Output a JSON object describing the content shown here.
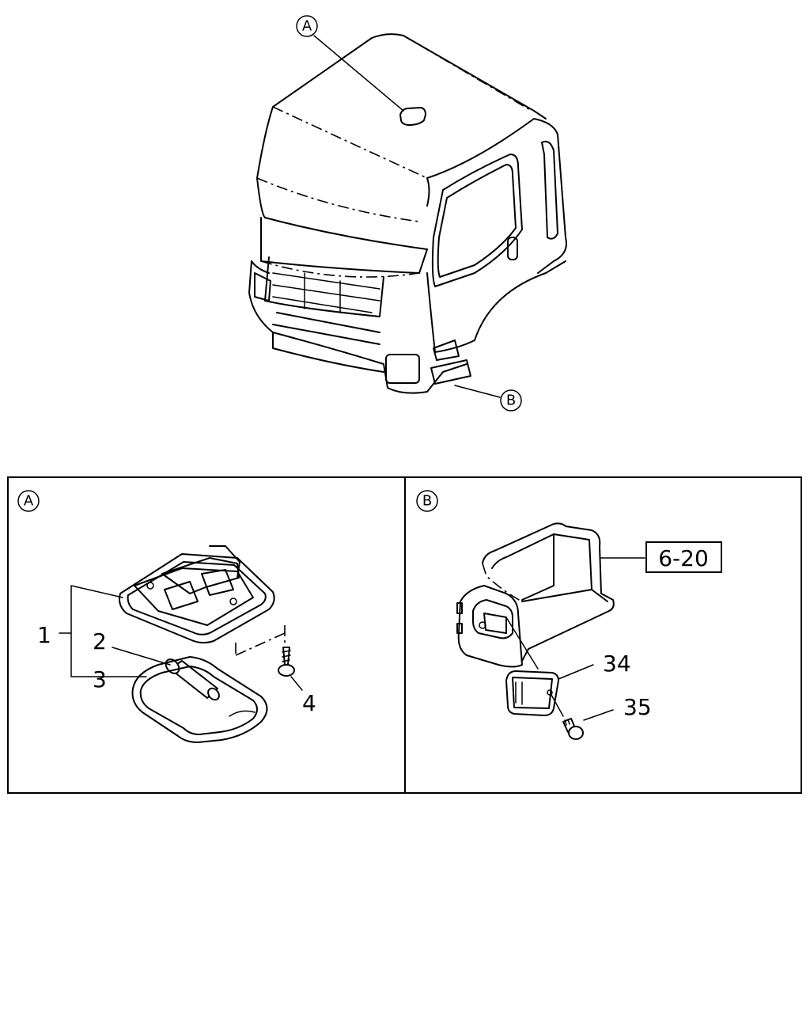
{
  "callouts": {
    "overview_a": "A",
    "overview_b": "B",
    "panel_a": "A",
    "panel_b": "B"
  },
  "parts": {
    "p1": "1",
    "p2": "2",
    "p3": "3",
    "p4": "4",
    "p34": "34",
    "p35": "35"
  },
  "reference": {
    "label": "6-20"
  }
}
